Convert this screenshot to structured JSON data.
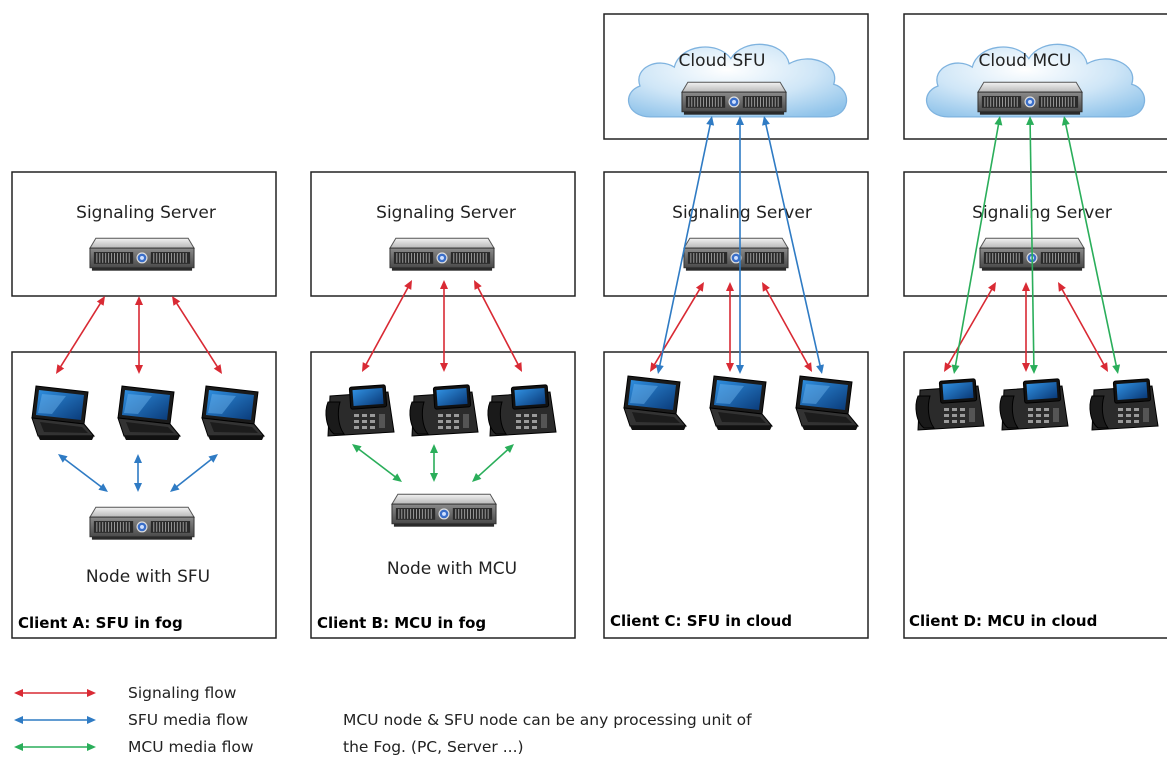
{
  "colors": {
    "signaling": "#d92a34",
    "sfu": "#2f7bc4",
    "mcu": "#2aae5a",
    "box_border": "#222222"
  },
  "icons": {
    "server": "rack-server-icon",
    "laptop": "laptop-icon",
    "phone": "ip-desk-phone-icon",
    "cloud": "cloud-icon"
  },
  "clouds": {
    "sfu_label": "Cloud SFU",
    "mcu_label": "Cloud MCU"
  },
  "signaling_label": "Signaling Server",
  "clients": [
    {
      "caption": "Client A: SFU in fog",
      "device": "laptop",
      "node_label": "Node with SFU",
      "media": "sfu",
      "placement": "fog"
    },
    {
      "caption": "Client B: MCU in fog",
      "device": "phone",
      "node_label": "Node with MCU",
      "media": "mcu",
      "placement": "fog"
    },
    {
      "caption": "Client C: SFU in cloud",
      "device": "laptop",
      "node_label": "",
      "media": "sfu",
      "placement": "cloud"
    },
    {
      "caption": "Client D: MCU in cloud",
      "device": "phone",
      "node_label": "",
      "media": "mcu",
      "placement": "cloud"
    }
  ],
  "legend": [
    {
      "label": "Signaling flow",
      "color_key": "signaling"
    },
    {
      "label": "SFU media flow",
      "color_key": "sfu"
    },
    {
      "label": "MCU media flow",
      "color_key": "mcu"
    }
  ],
  "note": {
    "line1": "MCU node & SFU node can be any processing unit of",
    "line2": "the Fog. (PC, Server ...)"
  }
}
